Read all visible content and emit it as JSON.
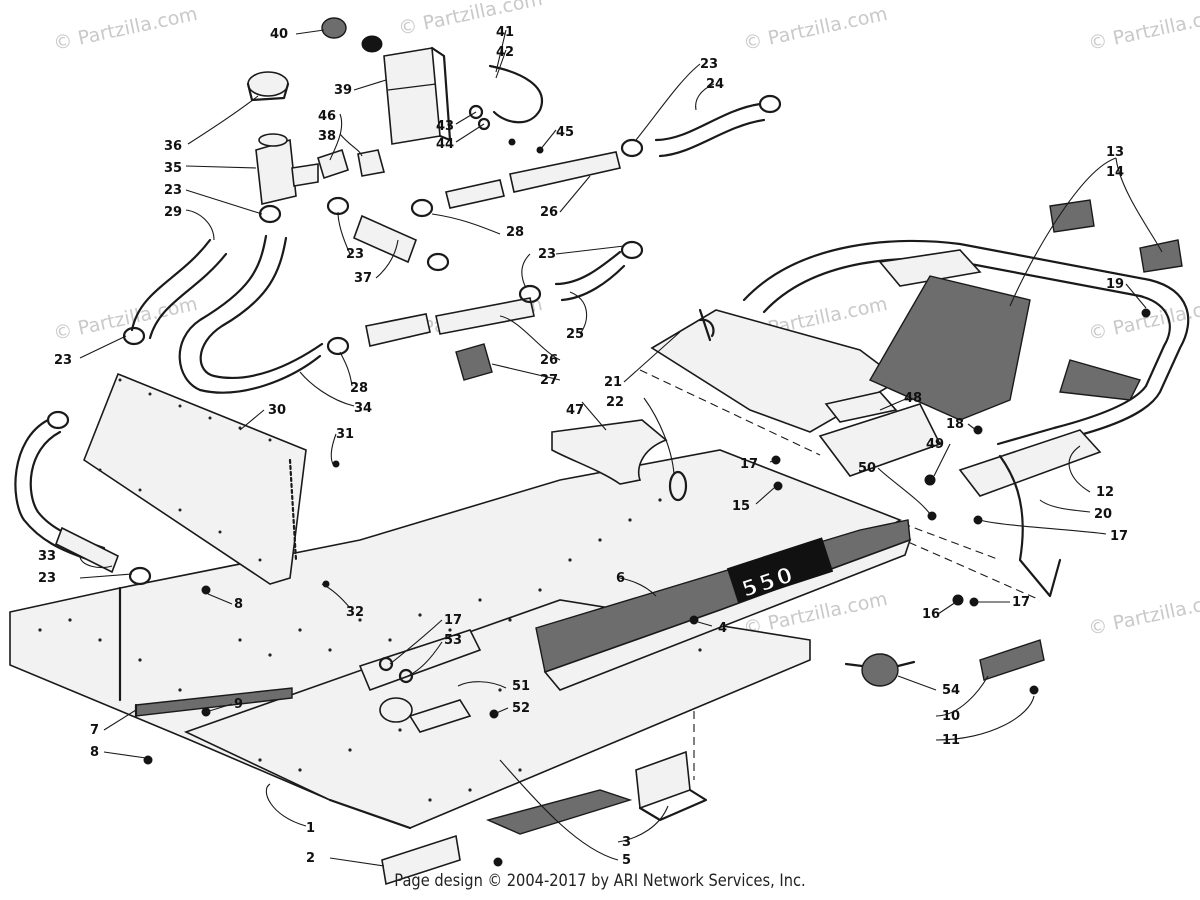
{
  "watermark": "© Partzilla.com",
  "badge_text": "550",
  "footer": "Page design © 2004-2017 by ARI Network Services, Inc.",
  "callouts": [
    "40",
    "41",
    "42",
    "39",
    "36",
    "46",
    "38",
    "43",
    "44",
    "45",
    "23",
    "24",
    "35",
    "29",
    "23",
    "28",
    "26",
    "37",
    "23",
    "23",
    "25",
    "28",
    "26",
    "27",
    "34",
    "13",
    "14",
    "19",
    "21",
    "22",
    "47",
    "48",
    "18",
    "49",
    "17",
    "15",
    "50",
    "12",
    "20",
    "17",
    "30",
    "31",
    "23",
    "33",
    "23",
    "8",
    "32",
    "6",
    "4",
    "16",
    "17",
    "17",
    "53",
    "51",
    "52",
    "9",
    "7",
    "8",
    "54",
    "10",
    "11",
    "1",
    "2",
    "3",
    "5"
  ]
}
